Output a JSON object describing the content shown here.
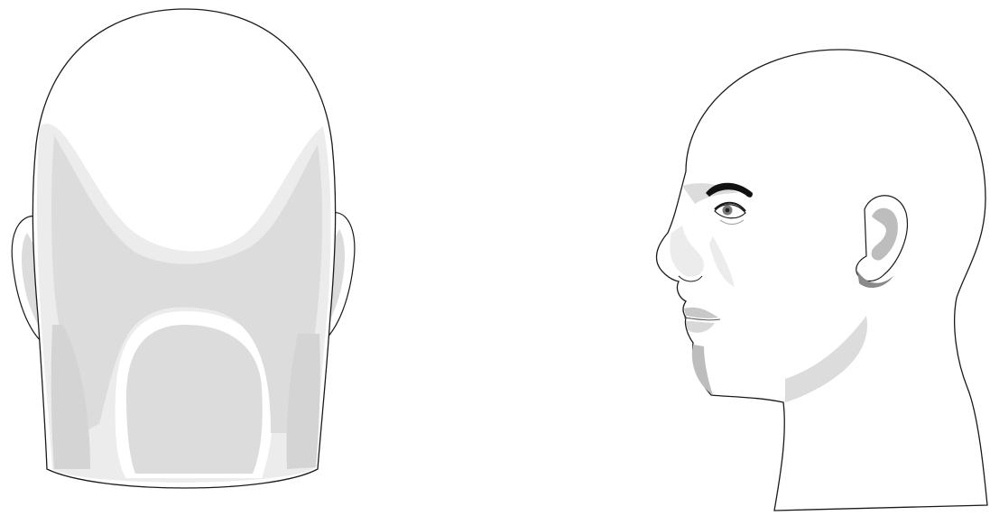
{
  "illustration": {
    "views": [
      {
        "view": "back",
        "subject": "head-back-view"
      },
      {
        "view": "side",
        "subject": "head-side-profile-view"
      }
    ],
    "colors": {
      "background": "#ffffff",
      "skin": "#ffffff",
      "outline": "#1a1a1a",
      "shade_light": "#ececec",
      "shade_mid": "#dcdcdc",
      "shade_dark": "#bdbdbd",
      "brow": "#111111",
      "iris": "#7a7a7a"
    }
  }
}
